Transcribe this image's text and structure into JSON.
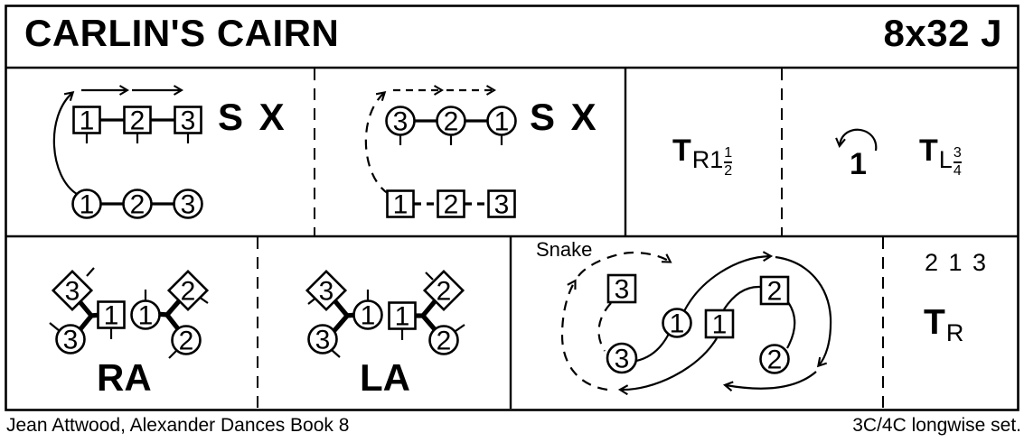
{
  "header": {
    "title": "CARLIN'S CAIRN",
    "repeat": "8x32 J"
  },
  "bars_1_8": {
    "label": "S X",
    "squares": [
      "1",
      "2",
      "3"
    ],
    "circles": [
      "1",
      "2",
      "3"
    ]
  },
  "bars_9_16": {
    "label": "S X",
    "circles": [
      "3",
      "2",
      "1"
    ],
    "squares": [
      "1",
      "2",
      "3"
    ]
  },
  "turn_right": {
    "t": "T",
    "sub": "R1",
    "num": "1",
    "den": "2"
  },
  "cast": {
    "dancer": "1",
    "t": "T",
    "sub": "L",
    "num": "3",
    "den": "4"
  },
  "rights_across": {
    "label": "RA",
    "diamond3": "3",
    "square1": "1",
    "circle3": "3",
    "circle1": "1",
    "diamond2": "2",
    "circle2": "2"
  },
  "lefts_across": {
    "label": "LA",
    "diamond3": "3",
    "circle1": "1",
    "circle3": "3",
    "square1": "1",
    "diamond2": "2",
    "circle2": "2"
  },
  "snake": {
    "label": "Snake",
    "square3": "3",
    "circle3": "3",
    "circle1": "1",
    "square1": "1",
    "square2": "2",
    "circle2": "2"
  },
  "finish": {
    "order": "2 1 3",
    "t": "T",
    "sub": "R"
  },
  "footer": {
    "credit": "Jean Attwood, Alexander Dances Book 8",
    "set": "3C/4C longwise set."
  },
  "colors": {
    "ink": "#000000",
    "paper": "#ffffff"
  }
}
